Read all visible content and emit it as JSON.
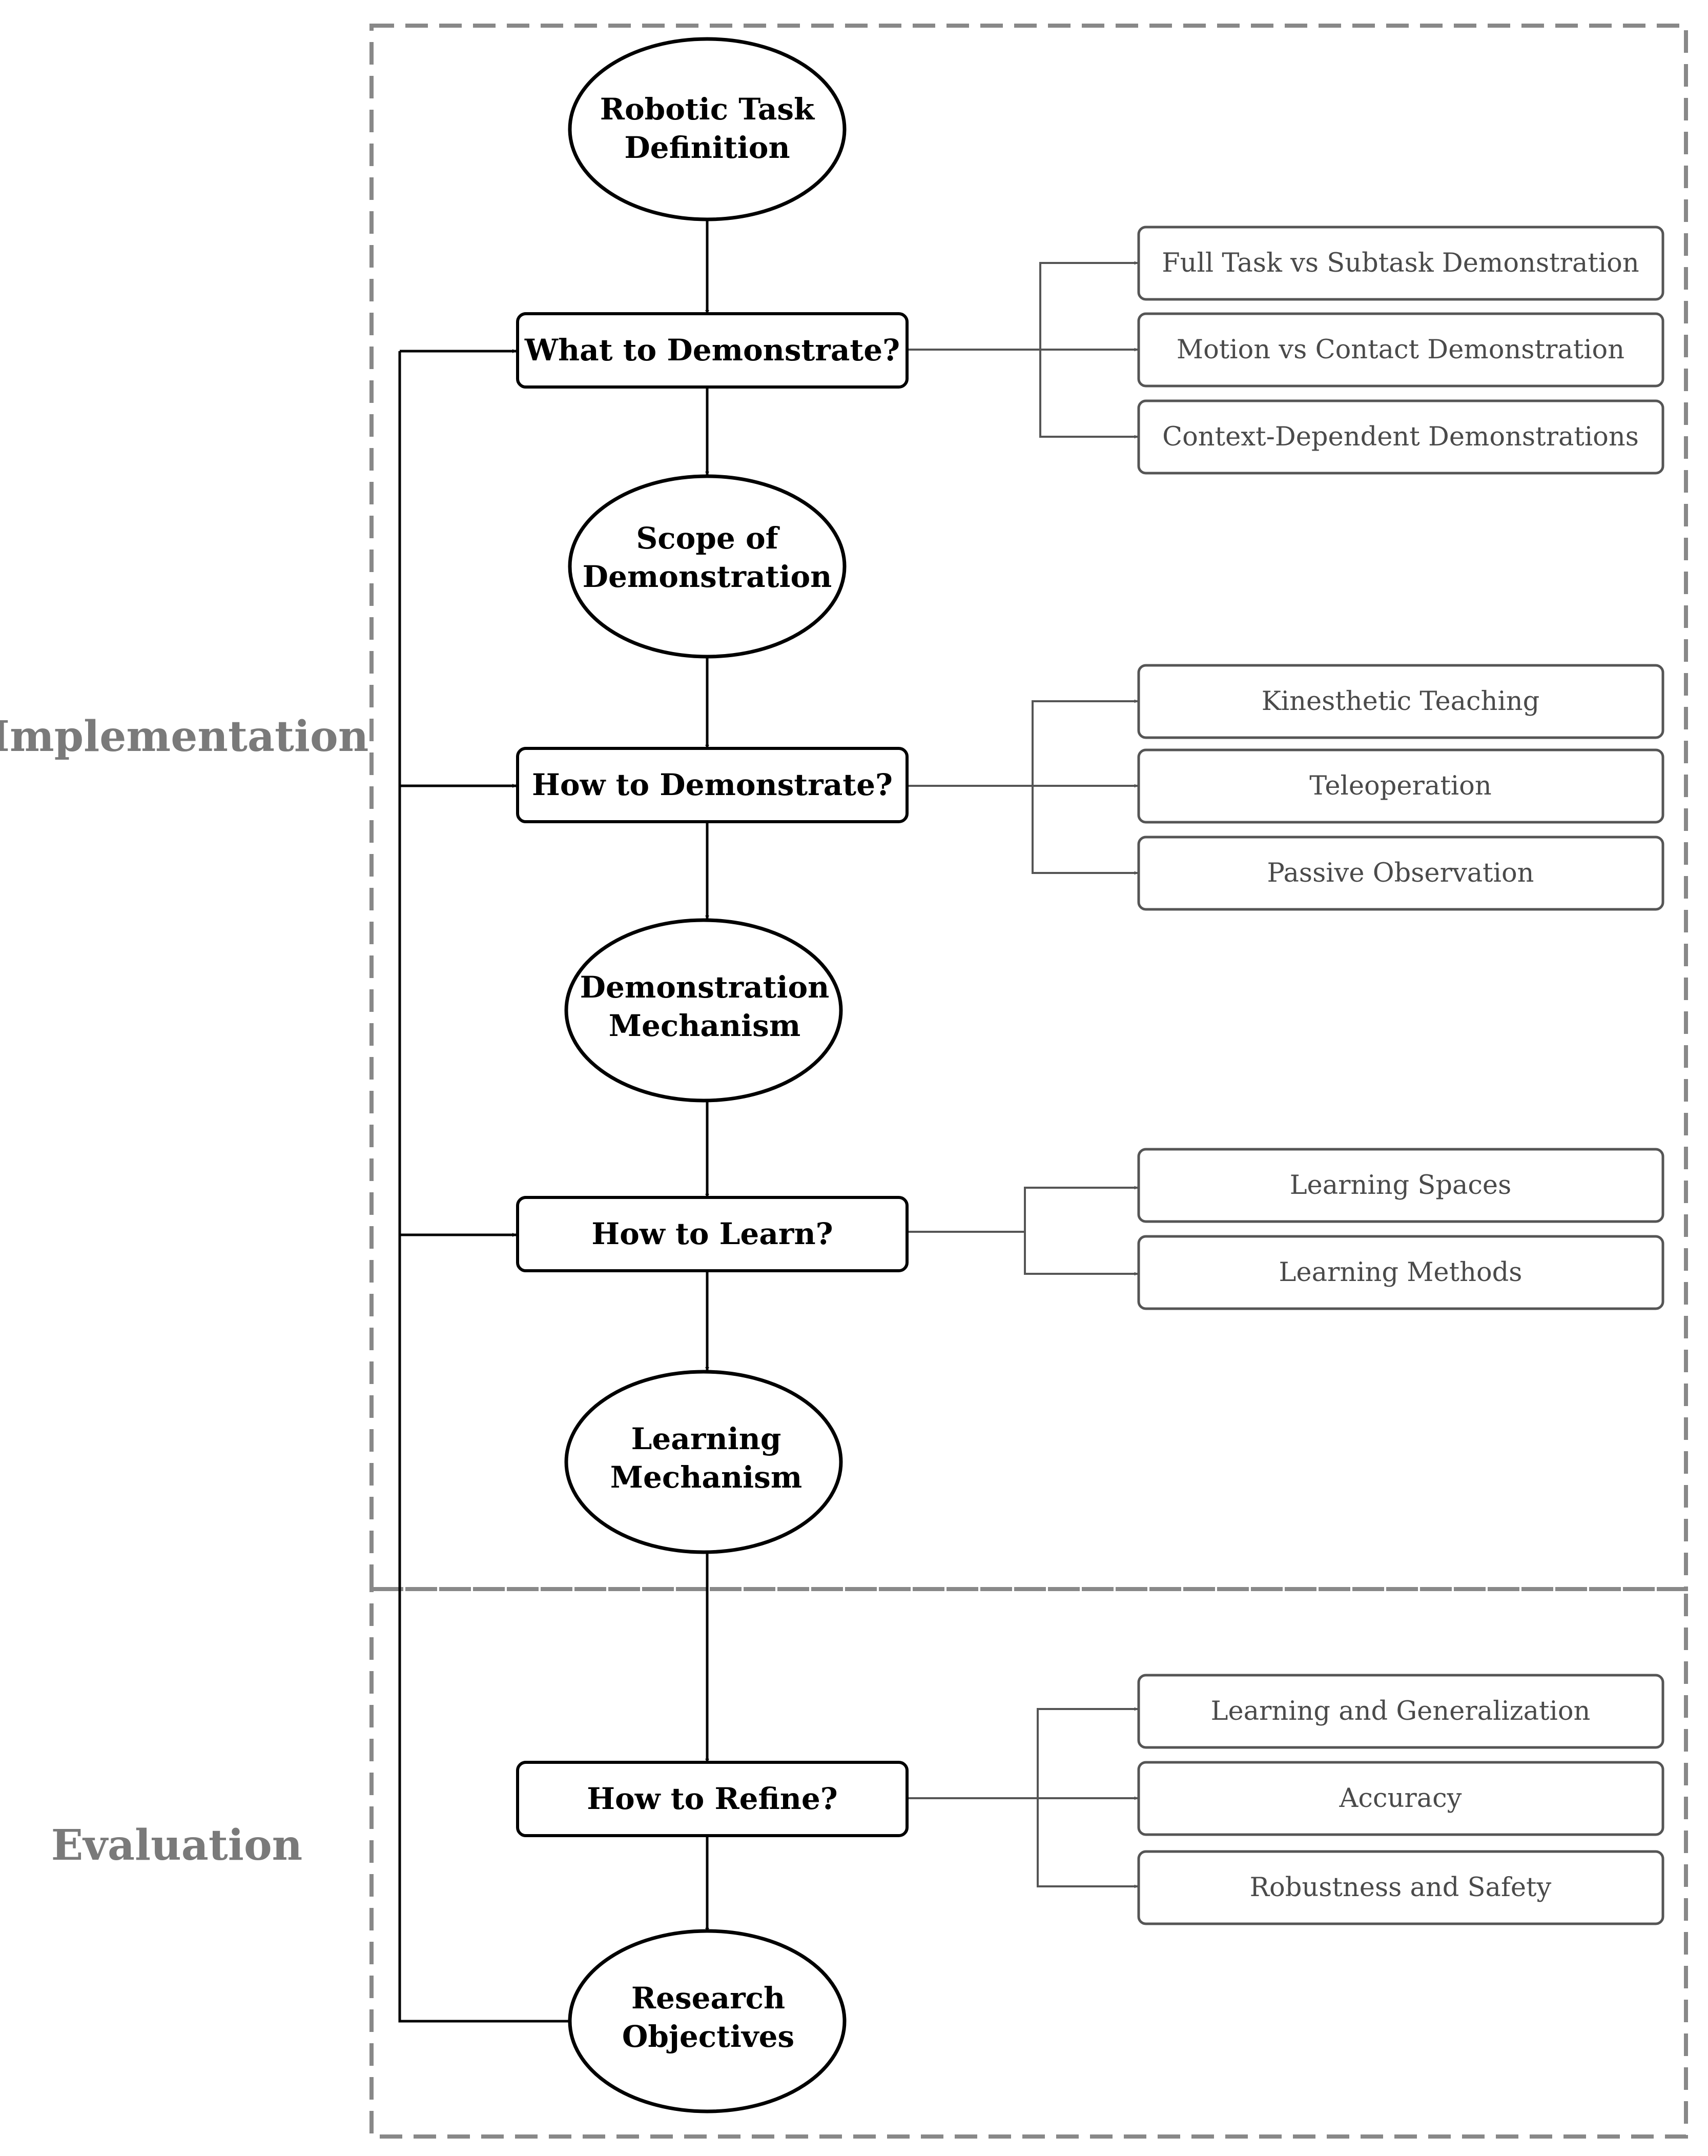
{
  "sections": {
    "implementation": "Implementation",
    "evaluation": "Evaluation"
  },
  "nodes": {
    "robotic_task_definition": [
      "Robotic Task",
      "Definition"
    ],
    "what_to_demonstrate": "What to Demonstrate?",
    "scope_of_demonstration": [
      "Scope of",
      "Demonstration"
    ],
    "how_to_demonstrate": "How to Demonstrate?",
    "demonstration_mechanism": [
      "Demonstration",
      "Mechanism"
    ],
    "how_to_learn": "How to Learn?",
    "learning_mechanism": [
      "Learning",
      "Mechanism"
    ],
    "how_to_refine": "How to Refine?",
    "research_objectives": [
      "Research",
      "Objectives"
    ]
  },
  "branches": {
    "what_to_demonstrate": [
      "Full Task vs Subtask Demonstration",
      "Motion vs Contact Demonstration",
      "Context-Dependent Demonstrations"
    ],
    "how_to_demonstrate": [
      "Kinesthetic Teaching",
      "Teleoperation",
      "Passive Observation"
    ],
    "how_to_learn": [
      "Learning Spaces",
      "Learning Methods"
    ],
    "how_to_refine": [
      "Learning and Generalization",
      "Accuracy",
      "Robustness and Safety"
    ]
  },
  "colors": {
    "main_stroke": "#000000",
    "branch_stroke": "#555555",
    "dashed_border": "#888888",
    "section_label": "#7a7a7a"
  }
}
